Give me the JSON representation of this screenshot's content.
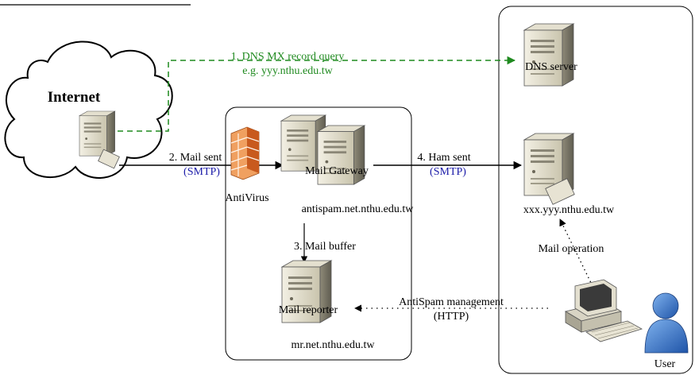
{
  "internet": {
    "label": "Internet"
  },
  "dns_query": {
    "line1": "1. DNS MX record query",
    "line2": "e.g. yyy.nthu.edu.tw"
  },
  "mail_sent": {
    "label": "2. Mail sent",
    "protocol": "(SMTP)"
  },
  "antivirus": {
    "label": "AntiVirus"
  },
  "gateway": {
    "label": "Mail Gateway",
    "host": "antispam.net.nthu.edu.tw"
  },
  "buffer": {
    "label": "3. Mail buffer"
  },
  "reporter": {
    "label": "Mail reporter",
    "host": "mr.net.nthu.edu.tw"
  },
  "ham_sent": {
    "label": "4. Ham sent",
    "protocol": "(SMTP)"
  },
  "dns_server": {
    "label": "DNS server"
  },
  "mail_server": {
    "host": "xxx.yyy.nthu.edu.tw"
  },
  "mail_operation": {
    "label": "Mail operation"
  },
  "management": {
    "label": "AntiSpam management",
    "protocol": "(HTTP)"
  },
  "user": {
    "label": "User"
  },
  "colors": {
    "dns_arrow": "#1f8a1f",
    "protocol": "#1a1aa8",
    "firewall": "#e8742a",
    "user": "#2f6fc7"
  }
}
